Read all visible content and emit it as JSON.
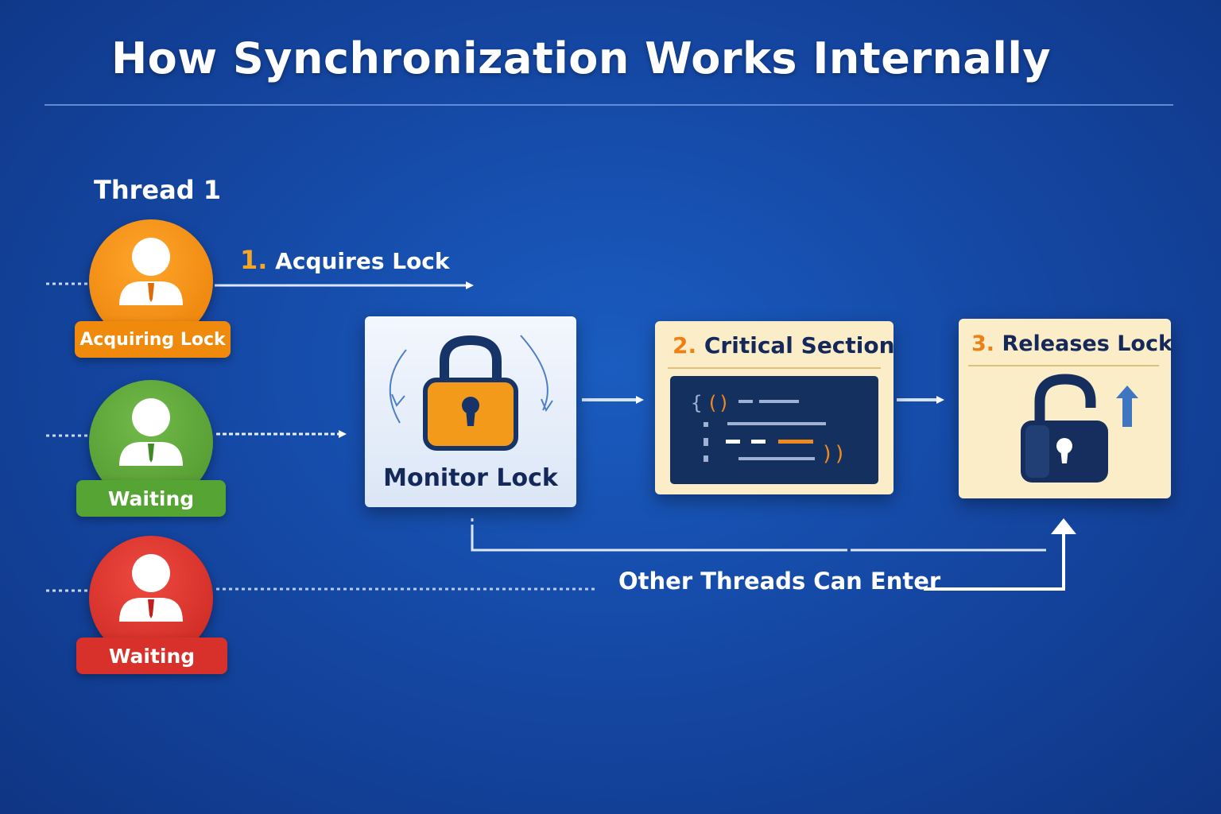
{
  "title": "How Synchronization Works Internally",
  "thread_label": "Thread 1",
  "threads": [
    {
      "badge": "Acquiring Lock",
      "color": "#f08a0c",
      "badge_color": "#f08a0c",
      "icon": "user-icon"
    },
    {
      "badge": "Waiting",
      "color": "#5ea33a",
      "badge_color": "#55a434",
      "icon": "user-icon"
    },
    {
      "badge": "Waiting",
      "color": "#d8312b",
      "badge_color": "#d8302a",
      "icon": "user-icon"
    }
  ],
  "step1": {
    "num": "1.",
    "text": "Acquires Lock"
  },
  "monitor": {
    "label": "Monitor Lock",
    "icon": "padlock-icon"
  },
  "step2": {
    "num": "2.",
    "text": "Critical Section",
    "icon": "code-editor-icon"
  },
  "step3": {
    "num": "3.",
    "text": "Releases Lock",
    "icon": "unlocked-padlock-icon"
  },
  "other_threads": "Other Threads Can Enter",
  "colors": {
    "accent": "#ee7f14",
    "navy": "#14285a",
    "background": "#1549a6"
  }
}
